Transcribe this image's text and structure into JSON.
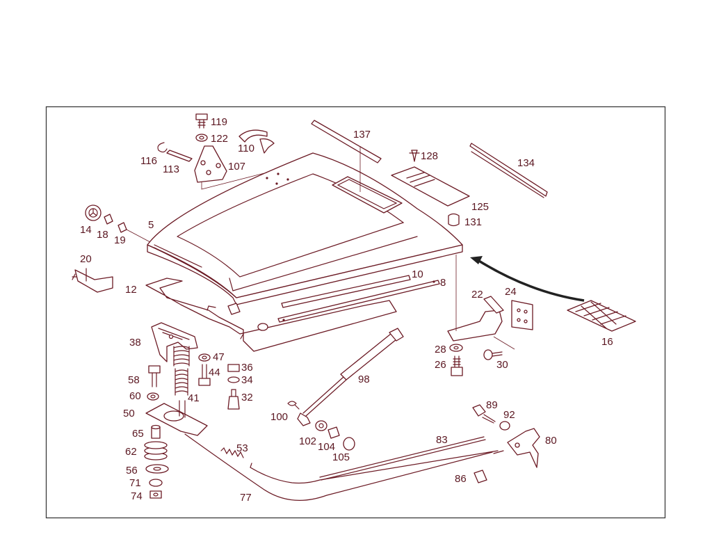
{
  "colors": {
    "line": "#6b1a24",
    "label": "#5a1620",
    "frame": "#3a3a3a",
    "background": "#ffffff"
  },
  "labels": {
    "p5": "5",
    "p8": "8",
    "p10": "10",
    "p12": "12",
    "p14": "14",
    "p16": "16",
    "p18": "18",
    "p19": "19",
    "p20": "20",
    "p22": "22",
    "p24": "24",
    "p26": "26",
    "p28": "28",
    "p30": "30",
    "p32": "32",
    "p34": "34",
    "p36": "36",
    "p38": "38",
    "p41": "41",
    "p44": "44",
    "p47": "47",
    "p50": "50",
    "p53": "53",
    "p56": "56",
    "p58": "58",
    "p60": "60",
    "p62": "62",
    "p65": "65",
    "p71": "71",
    "p74": "74",
    "p77": "77",
    "p80": "80",
    "p83": "83",
    "p86": "86",
    "p89": "89",
    "p92": "92",
    "p98": "98",
    "p100": "100",
    "p102": "102",
    "p104": "104",
    "p105": "105",
    "p107": "107",
    "p110": "110",
    "p113": "113",
    "p116": "116",
    "p119": "119",
    "p122": "122",
    "p125": "125",
    "p128": "128",
    "p131": "131",
    "p134": "134",
    "p137": "137"
  }
}
